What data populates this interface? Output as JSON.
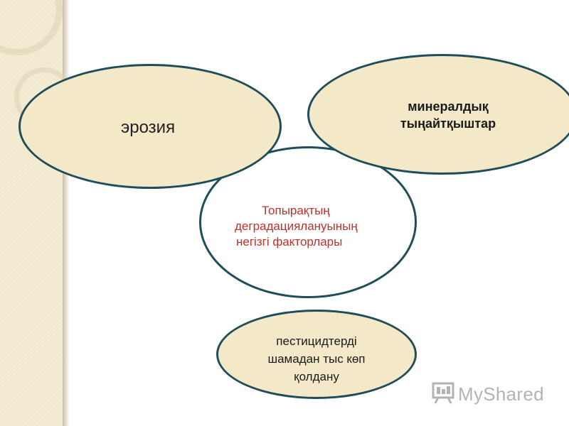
{
  "diagram": {
    "center": {
      "line1": "Топырақтың",
      "line2": "деградациялануының",
      "line3": "негізгі факторлары"
    },
    "factors": {
      "erosion": "эрозия",
      "mineral_line1": "минералдық",
      "mineral_line2": "тыңайтқыштар",
      "pesticide_line1": "пестицидтерді",
      "pesticide_line2": "шамадан тыс көп",
      "pesticide_line3": "қолдану"
    }
  },
  "watermark": {
    "text": "MyShared",
    "icon": "presentation-board-icon"
  },
  "colors": {
    "ellipse_fill": "#f3e9c8",
    "ellipse_border": "#1f4e5a",
    "center_text": "#c0302a",
    "left_band": "#f4ecd2"
  }
}
